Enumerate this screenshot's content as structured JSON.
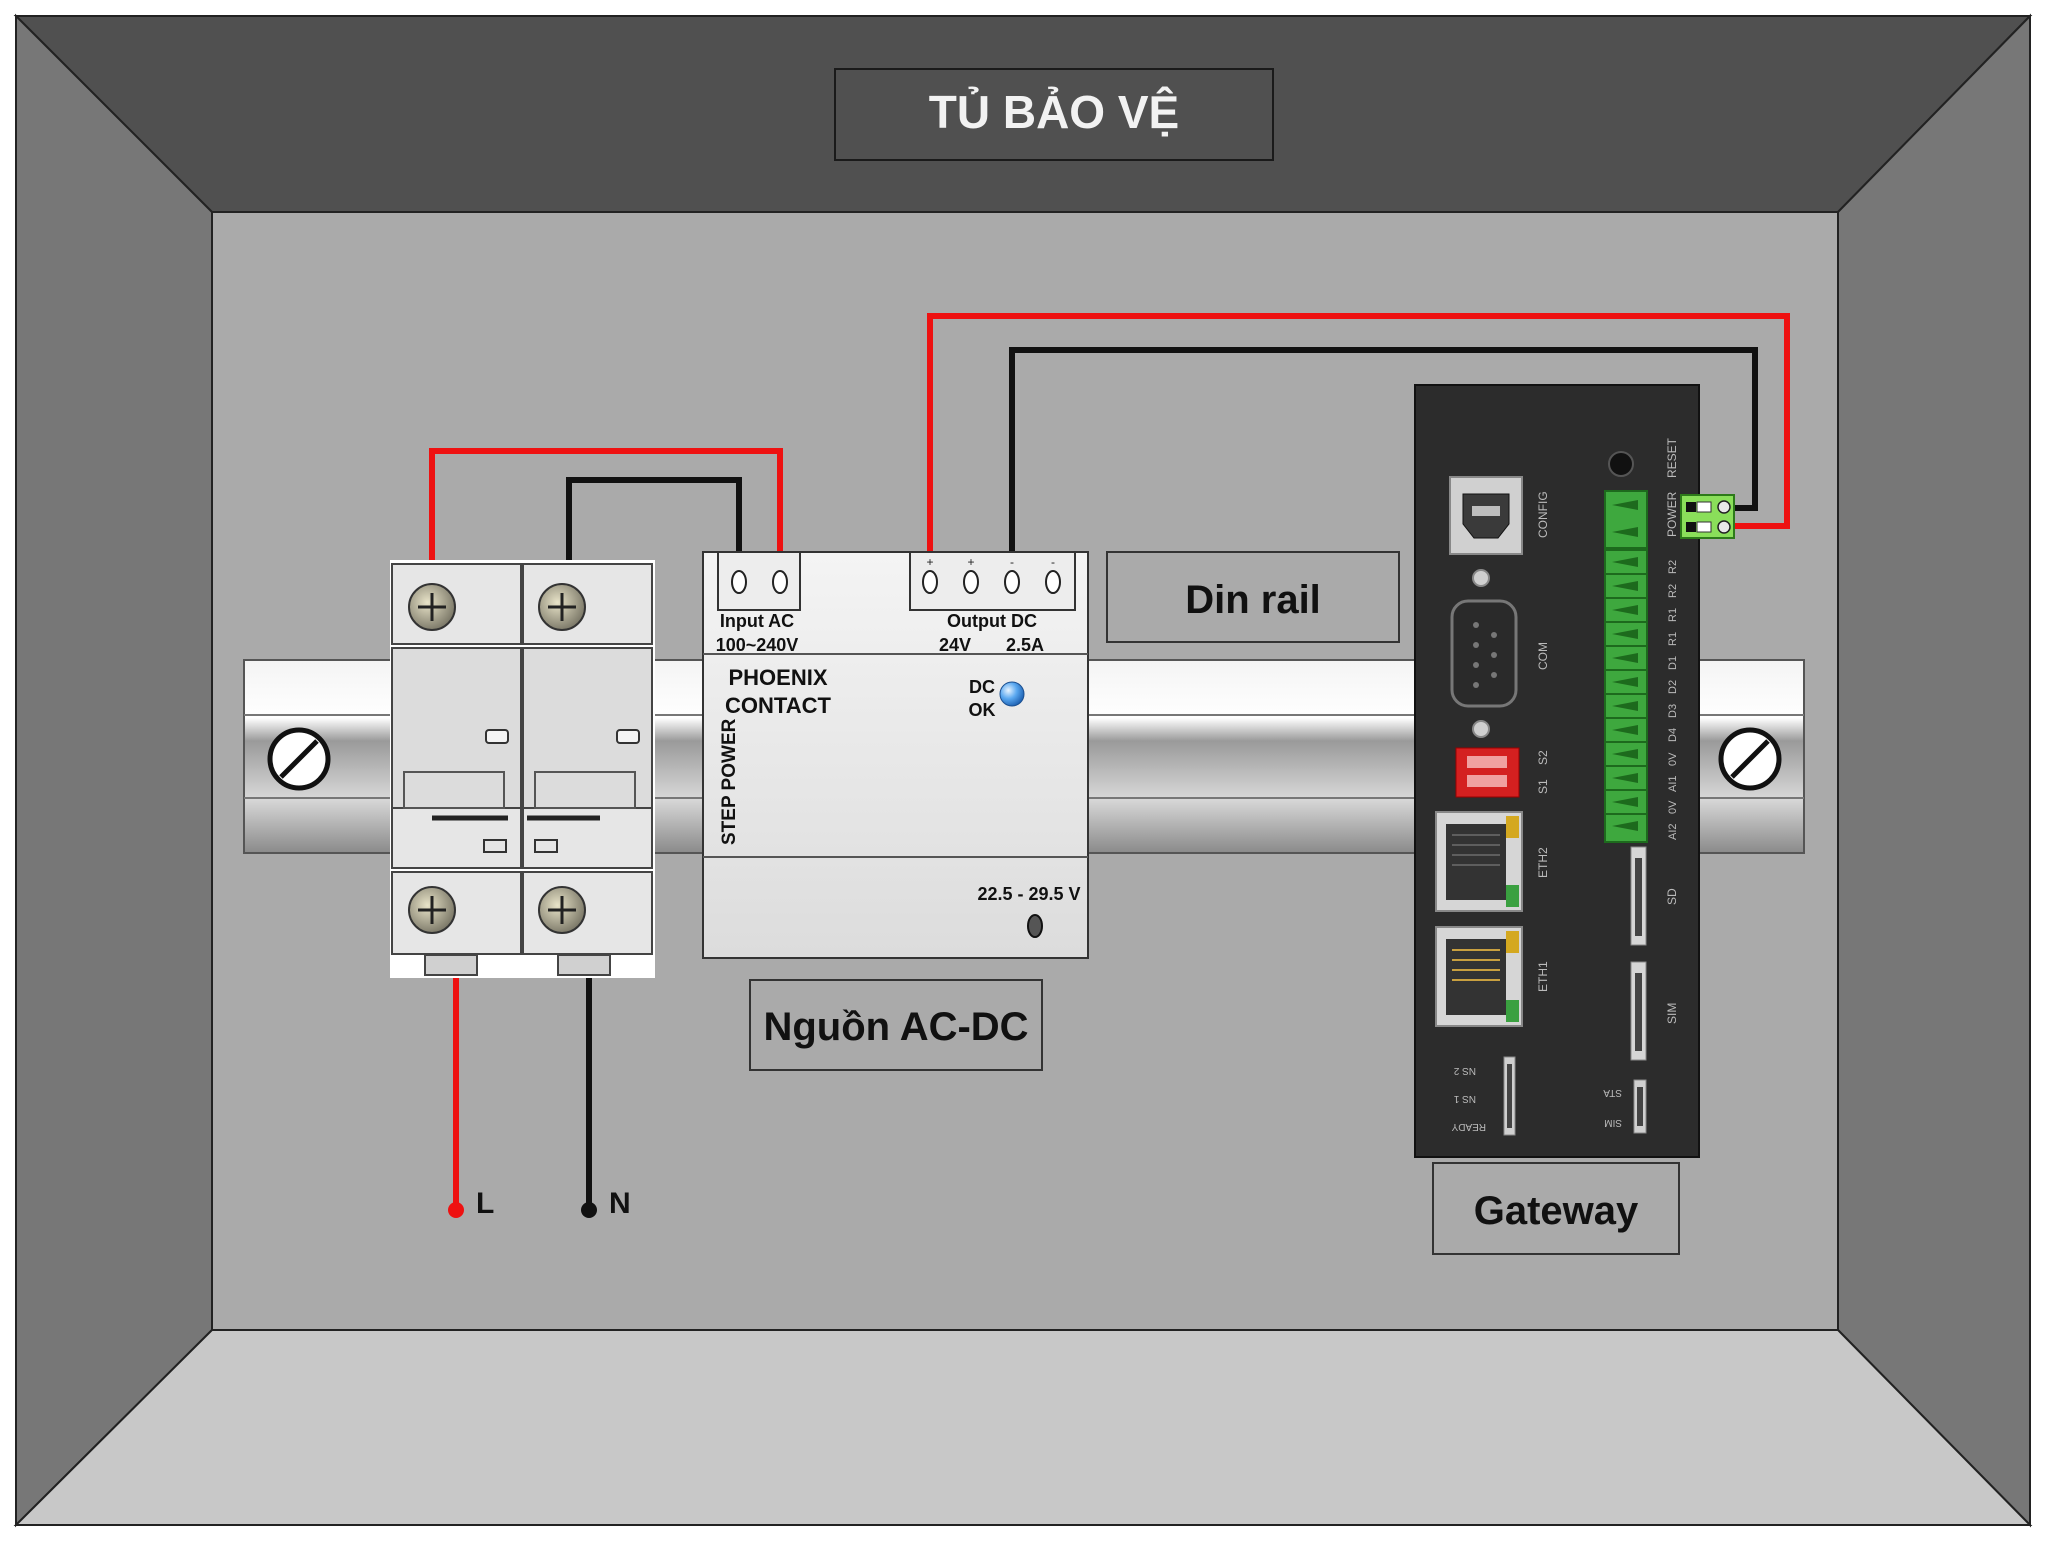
{
  "cabinet": {
    "title": "TỦ BẢO VỆ",
    "colors": {
      "frame_top": "#505050",
      "frame_side": "#777777",
      "frame_bottom": "#c8c8c8",
      "back_panel": "#aaaaaa",
      "wire_live": "#ee1111",
      "wire_neutral": "#111111"
    }
  },
  "breaker": {
    "icon": "double-pole-breaker-icon"
  },
  "power_supply": {
    "input_label": "Input AC",
    "input_range": "100~240V",
    "output_label": "Output DC",
    "output_voltage": "24V",
    "output_current": "2.5A",
    "terminal_plus_1": "+",
    "terminal_plus_2": "+",
    "terminal_minus_1": "-",
    "terminal_minus_2": "-",
    "brand_line1": "PHOENIX",
    "brand_line2": "CONTACT",
    "series": "STEP POWER",
    "led_line1": "DC",
    "led_line2": "OK",
    "voltage_adjust": "22.5 - 29.5 V",
    "caption": "Nguồn AC-DC"
  },
  "din_rail": {
    "caption": "Din rail"
  },
  "gateway": {
    "caption": "Gateway",
    "port_labels": {
      "config": "CONFIG",
      "com": "COM",
      "s1": "S1",
      "s2": "S2",
      "eth2": "ETH2",
      "eth1": "ETH1",
      "reset": "RESET",
      "power": "POWER",
      "sd": "SD",
      "sim": "SIM",
      "ns2": "NS 2",
      "ns1": "NS 1",
      "ready": "READY",
      "sta": "STA",
      "sim_led": "SIM"
    },
    "terminal_labels": [
      "R2",
      "R2",
      "R1",
      "R1",
      "D1",
      "D2",
      "D3",
      "D4",
      "0V",
      "AI1",
      "0V",
      "AI2"
    ]
  },
  "feed": {
    "live": "L",
    "neutral": "N"
  }
}
